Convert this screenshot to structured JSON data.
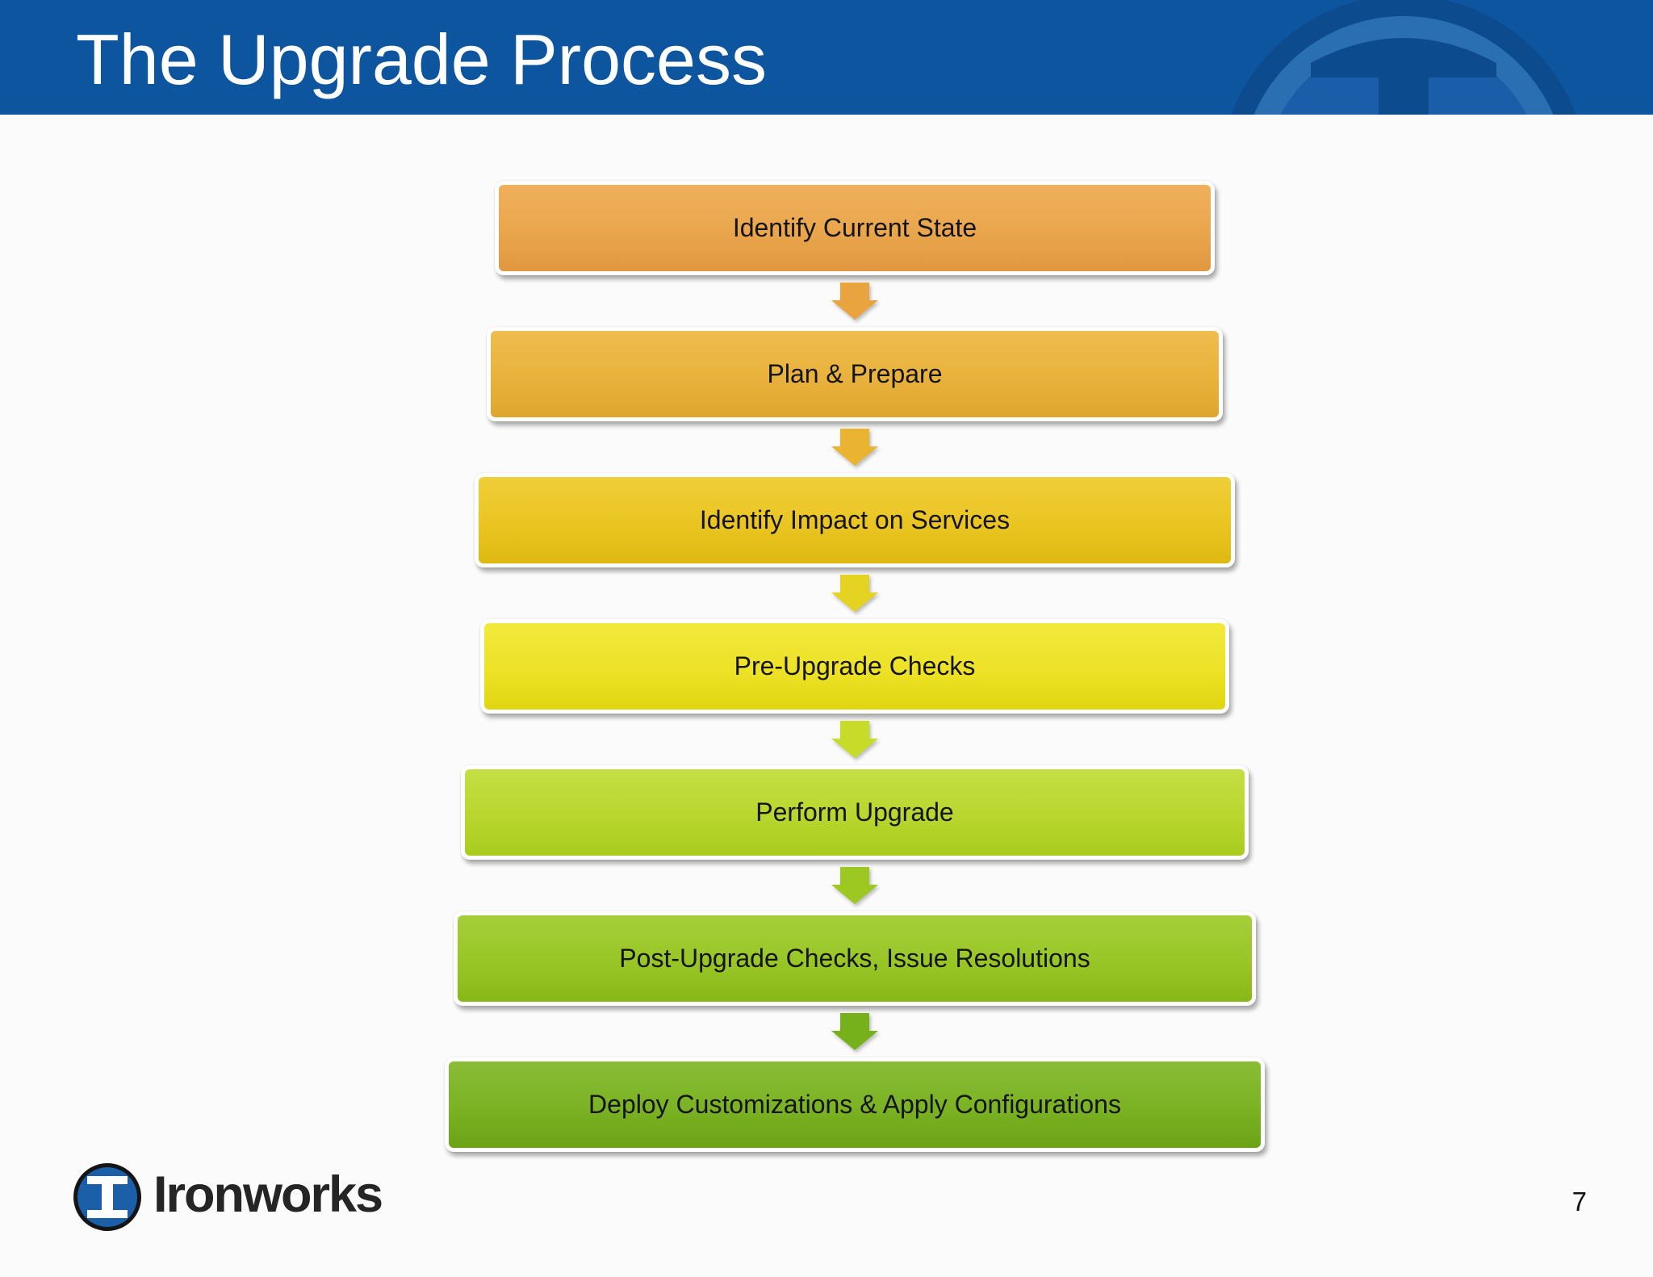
{
  "slide": {
    "title": "The Upgrade Process",
    "title_color": "#ffffff",
    "header_color": "#0e55a0",
    "background_color": "#fbfbfb",
    "page_number": "7"
  },
  "logo": {
    "text": "Ironworks",
    "mark": "circled-serif-I-icon",
    "ring_color": "#151515",
    "circle_color": "#1c5fa9",
    "letter_color": "#ffffff",
    "text_color": "#252525"
  },
  "watermark": {
    "name": "ironworks-mark-ghost",
    "ring_dark": "#0c4b8e",
    "ring_light": "#2b6fb3",
    "disc": "#1a5da8",
    "glyph": "#0c4b8e"
  },
  "process": {
    "steps": [
      {
        "label": "Identify Current State",
        "fill_light": "#f0b05c",
        "fill": "#e9a64c",
        "fill_dark": "#e19740",
        "arrow_color": "#e9a33f"
      },
      {
        "label": "Plan & Prepare",
        "fill_light": "#efbc4e",
        "fill": "#e9b23c",
        "fill_dark": "#dfa62e",
        "arrow_color": "#eab430"
      },
      {
        "label": "Identify Impact on Services",
        "fill_light": "#f0ce38",
        "fill": "#eac522",
        "fill_dark": "#dfb911",
        "arrow_color": "#e5d321"
      },
      {
        "label": "Pre-Upgrade Checks",
        "fill_light": "#f2e93c",
        "fill": "#ede226",
        "fill_dark": "#e0d511",
        "arrow_color": "#c7dc28"
      },
      {
        "label": "Perform Upgrade",
        "fill_light": "#c5df44",
        "fill": "#b8d62e",
        "fill_dark": "#a9cb1e",
        "arrow_color": "#9dc721"
      },
      {
        "label": "Post-Upgrade Checks, Issue Resolutions",
        "fill_light": "#a5cf3a",
        "fill": "#98c626",
        "fill_dark": "#88b818",
        "arrow_color": "#76b01a"
      },
      {
        "label": "Deploy Customizations & Apply Configurations",
        "fill_light": "#89bd36",
        "fill": "#7bb224",
        "fill_dark": "#6ca316",
        "arrow_color": null
      }
    ]
  }
}
